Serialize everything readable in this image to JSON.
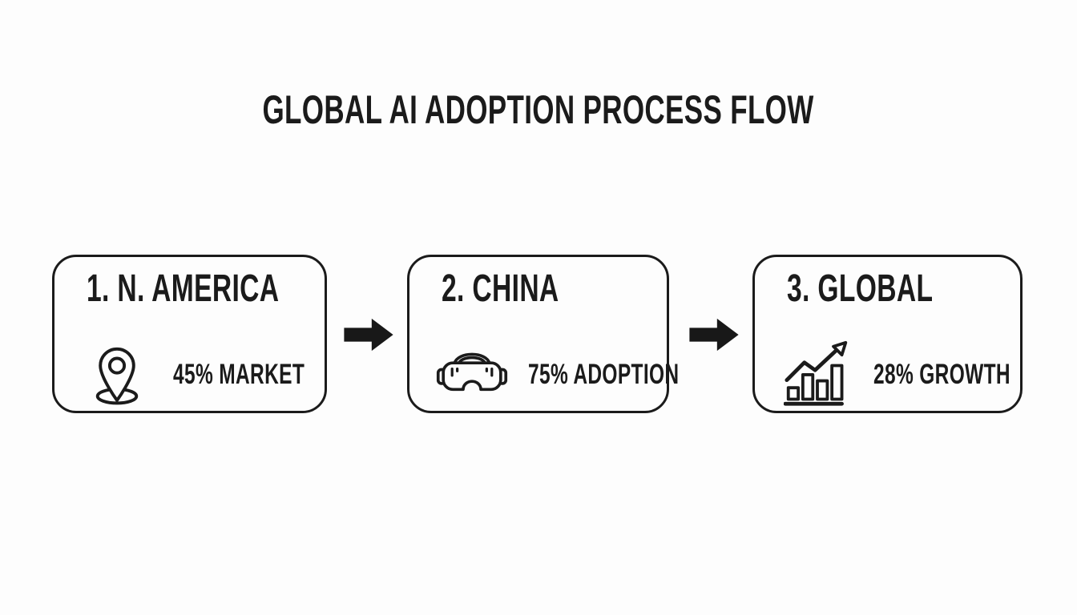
{
  "page": {
    "title": "GLOBAL AI ADOPTION PROCESS FLOW"
  },
  "flow": {
    "steps": [
      {
        "label": "1. N. AMERICA",
        "icon": "location-pin-icon",
        "stat": "45% MARKET"
      },
      {
        "label": "2. CHINA",
        "icon": "vr-headset-icon",
        "stat": "75% ADOPTION"
      },
      {
        "label": "3. GLOBAL",
        "icon": "growth-bar-chart-icon",
        "stat": "28% GROWTH"
      }
    ],
    "connectors": [
      {
        "icon": "arrow-right-icon"
      },
      {
        "icon": "arrow-right-icon"
      }
    ]
  },
  "colors": {
    "background": "#fdfdfd",
    "ink": "#1b1b1b"
  }
}
